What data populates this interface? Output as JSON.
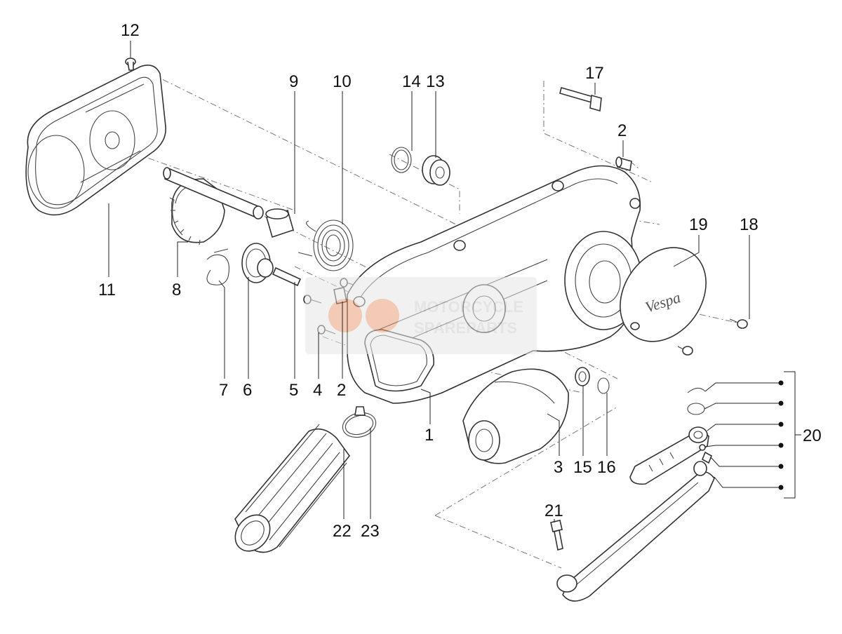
{
  "watermark": {
    "line1": "MOTORCYCLE",
    "line2": "SPAREPARTS"
  },
  "emblem_text": "Vespa",
  "labels": [
    {
      "id": "12",
      "text": "12"
    },
    {
      "id": "11",
      "text": "11"
    },
    {
      "id": "8",
      "text": "8"
    },
    {
      "id": "9",
      "text": "9"
    },
    {
      "id": "10",
      "text": "10"
    },
    {
      "id": "14",
      "text": "14"
    },
    {
      "id": "13",
      "text": "13"
    },
    {
      "id": "17",
      "text": "17"
    },
    {
      "id": "2a",
      "text": "2"
    },
    {
      "id": "19",
      "text": "19"
    },
    {
      "id": "18",
      "text": "18"
    },
    {
      "id": "7",
      "text": "7"
    },
    {
      "id": "6",
      "text": "6"
    },
    {
      "id": "5",
      "text": "5"
    },
    {
      "id": "4",
      "text": "4"
    },
    {
      "id": "2b",
      "text": "2"
    },
    {
      "id": "1",
      "text": "1"
    },
    {
      "id": "3",
      "text": "3"
    },
    {
      "id": "15",
      "text": "15"
    },
    {
      "id": "16",
      "text": "16"
    },
    {
      "id": "20",
      "text": "20"
    },
    {
      "id": "21",
      "text": "21"
    },
    {
      "id": "22",
      "text": "22"
    },
    {
      "id": "23",
      "text": "23"
    }
  ]
}
